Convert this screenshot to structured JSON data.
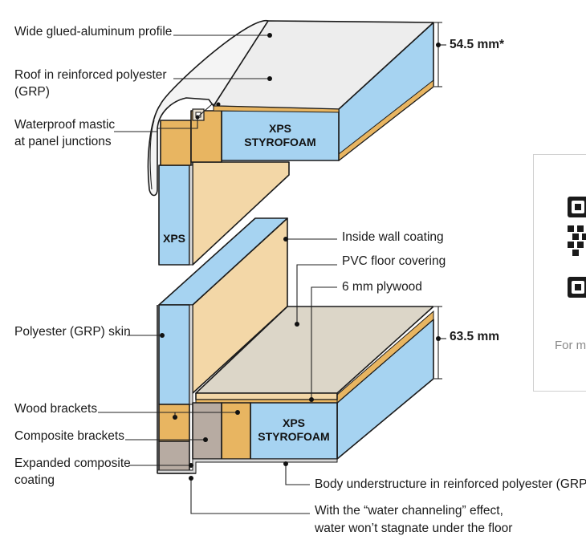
{
  "diagram": {
    "labels": {
      "profile": "Wide glued-aluminum profile",
      "roof_line1": "Roof in reinforced polyester",
      "roof_line2": "(GRP)",
      "mastic_line1": "Waterproof mastic",
      "mastic_line2": "at panel junctions",
      "skin": "Polyester (GRP) skin",
      "wood_brackets": "Wood brackets",
      "composite_brackets": "Composite brackets",
      "expanded_line1": "Expanded composite",
      "expanded_line2": "coating",
      "inside_wall": "Inside wall coating",
      "pvc_floor": "PVC floor covering",
      "plywood": "6 mm plywood",
      "understructure": "Body understructure in reinforced polyester (GRP)",
      "water_line1": "With the “water channeling” effect,",
      "water_line2": "water won’t stagnate under the floor"
    },
    "dimensions": {
      "roof": "54.5 mm*",
      "floor": "63.5 mm"
    },
    "panel_text": {
      "xps_roof_1": "XPS",
      "xps_roof_2": "STYROFOAM",
      "xps_wall": "XPS",
      "xps_floor_1": "XPS",
      "xps_floor_2": "STYROFOAM"
    },
    "colors": {
      "xps_blue": "#a6d3f1",
      "wood": "#e8b561",
      "panel_beige": "#f3d7a7",
      "floor_grey": "#dcd6c8",
      "composite": "#b7aba2",
      "line": "#1a1a1a"
    }
  },
  "side_card": {
    "caption": "For m"
  }
}
